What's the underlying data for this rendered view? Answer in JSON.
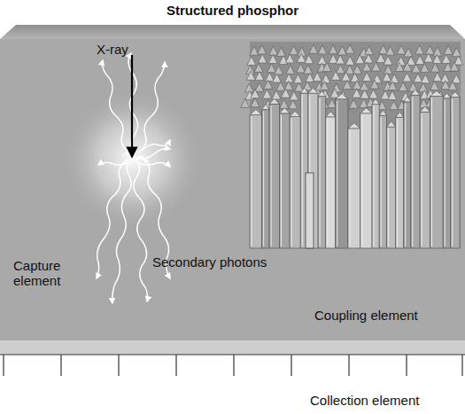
{
  "diagram": {
    "title": "Structured phosphor",
    "nodes": [
      {
        "text": [
          "Capture element",
          "Coupling element"
        ]
      },
      {
        "text": [
          "Collection element"
        ]
      }
    ],
    "labels": [
      "X-ray",
      "Secondary photons"
    ]
  }
}
